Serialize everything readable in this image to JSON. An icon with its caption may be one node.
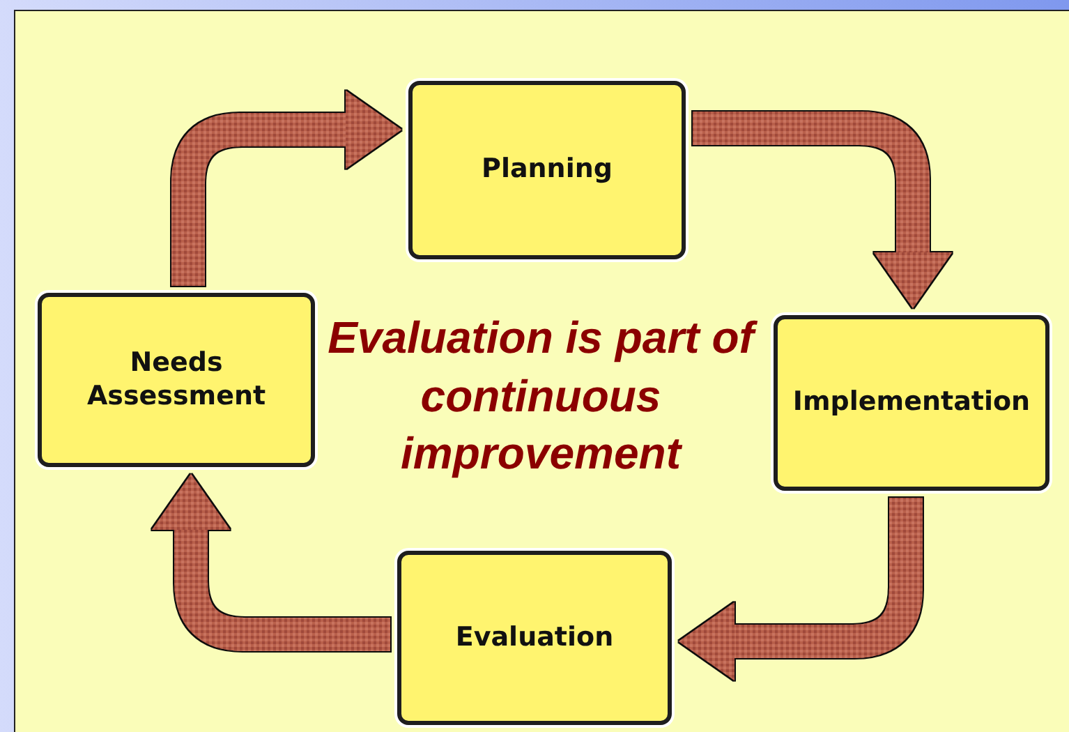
{
  "diagram": {
    "nodes": [
      {
        "text": [
          "Planning"
        ]
      },
      {
        "text": [
          "Needs Assessment"
        ]
      },
      {
        "text": [
          "Implementation"
        ]
      },
      {
        "text": [
          "Evaluation"
        ]
      }
    ],
    "edges": [
      {
        "from": 1,
        "to": 0,
        "arrow": "to"
      },
      {
        "from": 0,
        "to": 2,
        "arrow": "to"
      },
      {
        "from": 2,
        "to": 3,
        "arrow": "to"
      },
      {
        "from": 3,
        "to": 1,
        "arrow": "to"
      }
    ],
    "labels": [
      "Evaluation is part of continuous improvement"
    ]
  }
}
